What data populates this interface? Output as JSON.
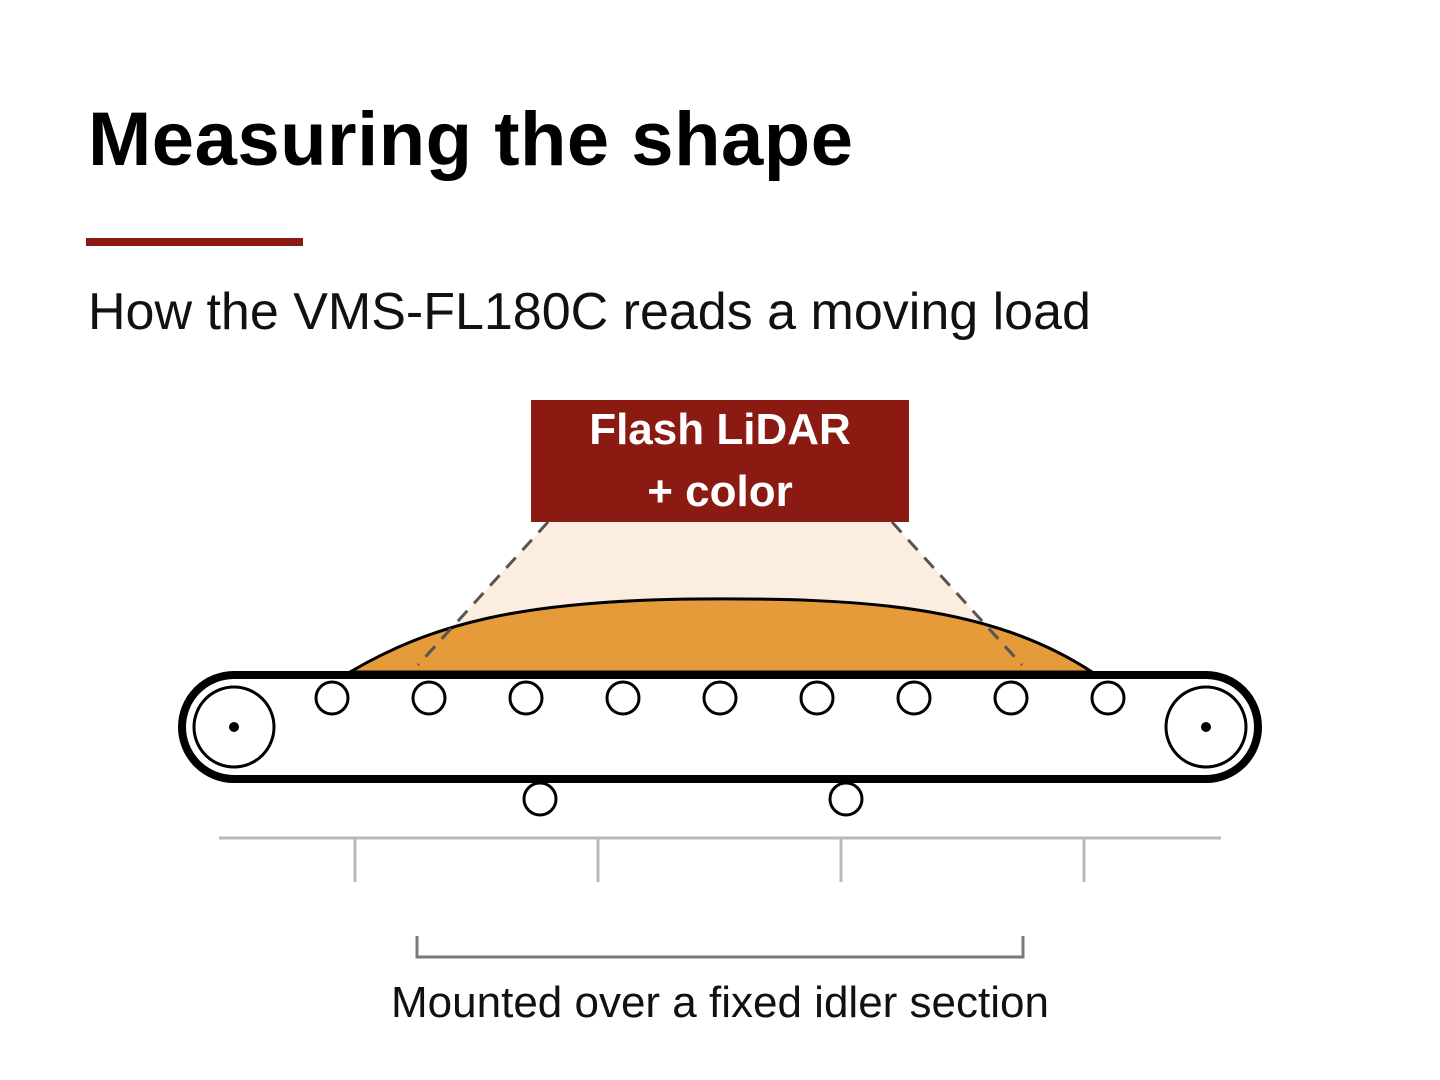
{
  "slide": {
    "title": "Measuring the shape",
    "subtitle": "How the VMS-FL180C reads a moving load"
  },
  "sensor": {
    "line1": "Flash LiDAR",
    "line2": "+ color"
  },
  "caption": "Mounted over a fixed idler section",
  "colors": {
    "accent": "#8b1a12",
    "load": "#e59b3a",
    "field_of_view": "#fbeee0",
    "belt": "#000000",
    "ground": "#b8b8b8",
    "bracket": "#7a7a7a",
    "dashed_line": "#555555"
  },
  "icons": {
    "sensor": "sensor-box",
    "pulley": "circle-with-dot",
    "idler": "circle"
  }
}
